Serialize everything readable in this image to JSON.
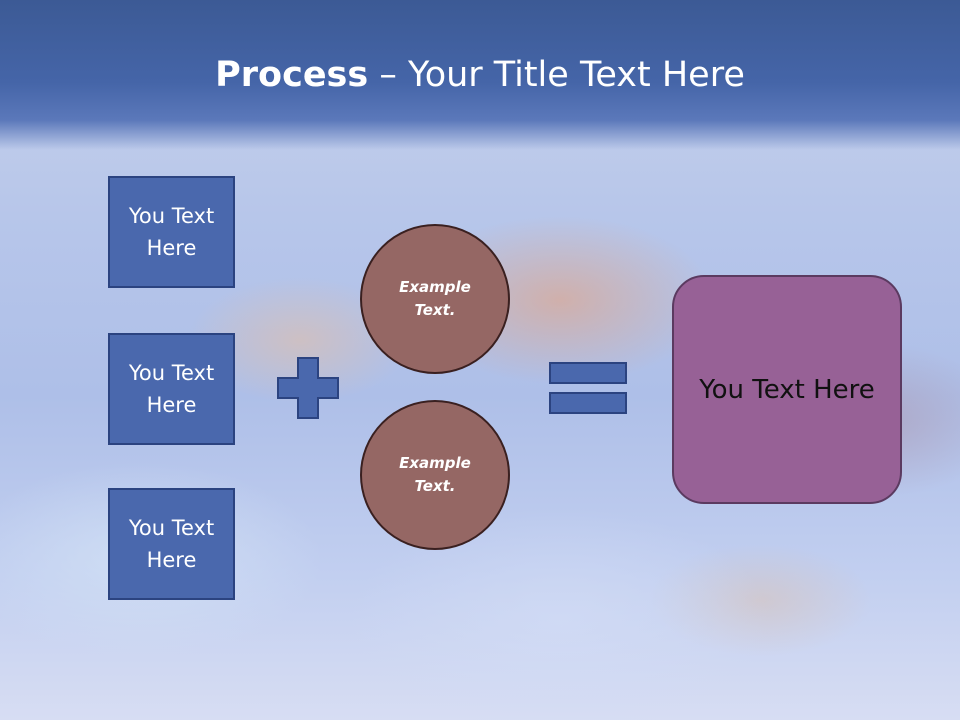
{
  "slide": {
    "title_bold": "Process",
    "title_rest": " – Your Title Text Here"
  },
  "inputs": [
    {
      "text": "You Text Here"
    },
    {
      "text": "You Text Here"
    },
    {
      "text": "You Text Here"
    }
  ],
  "operands": [
    {
      "text": "Example Text."
    },
    {
      "text": "Example Text."
    }
  ],
  "operators": {
    "plus": "plus-sign",
    "equals": "equals-sign"
  },
  "result": {
    "text": "You Text Here"
  },
  "colors": {
    "header": "#3f5d9c",
    "box_fill": "#4a68ad",
    "circle_fill": "#956764",
    "result_fill": "#976196"
  }
}
